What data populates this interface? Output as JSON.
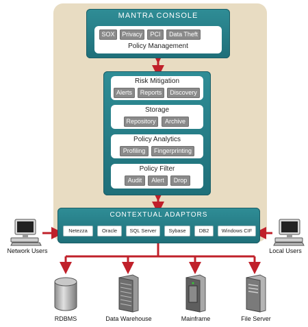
{
  "console": {
    "title": "MANTRA CONSOLE",
    "chips": [
      "SOX",
      "Privacy",
      "PCI",
      "Data Theft"
    ],
    "subtitle": "Policy Management"
  },
  "risk_mitigation": {
    "title": "Risk Mitigation",
    "chips": [
      "Alerts",
      "Reports",
      "Discovery"
    ]
  },
  "storage": {
    "title": "Storage",
    "chips": [
      "Repository",
      "Archive"
    ]
  },
  "policy_analytics": {
    "title": "Policy Analytics",
    "chips": [
      "Profiling",
      "Fingerprinting"
    ]
  },
  "policy_filter": {
    "title": "Policy Filter",
    "chips": [
      "Audit",
      "Alert",
      "Drop"
    ]
  },
  "adaptors": {
    "title": "CONTEXTUAL ADAPTORS",
    "items": [
      "Netezza",
      "Oracle",
      "SQL Server",
      "Sybase",
      "DB2",
      "Windows CIF"
    ]
  },
  "users": {
    "left": "Network Users",
    "right": "Local Users"
  },
  "targets": [
    "RDBMS",
    "Data Warehouse",
    "Mainframe",
    "File Server"
  ],
  "colors": {
    "teal": "#2a808a",
    "frame": "#e8dcc2",
    "arrow": "#c0202a",
    "chip": "#8a8a8a"
  }
}
